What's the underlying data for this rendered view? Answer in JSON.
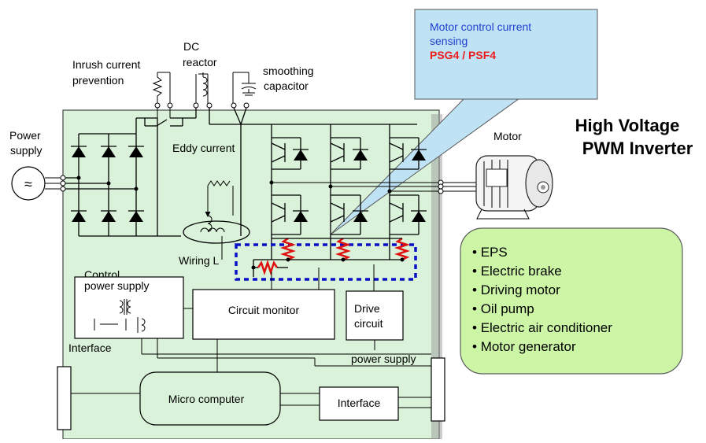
{
  "callout": {
    "title_line1": "Motor control current",
    "title_line2": "sensing",
    "product": "PSG4 / PSF4"
  },
  "heading": {
    "line1": "High Voltage",
    "line2": "PWM Inverter"
  },
  "labels": {
    "inrush_line1": "Inrush current",
    "inrush_line2": "prevention",
    "dc_reactor_line1": "DC",
    "dc_reactor_line2": "reactor",
    "smoothing_line1": "smoothing",
    "smoothing_line2": "capacitor",
    "power_supply_line1": "Power",
    "power_supply_line2": "supply",
    "eddy_current": "Eddy current",
    "wiring_l": "Wiring L",
    "motor": "Motor",
    "control_line1": "Control",
    "control_line2": "power supply",
    "circuit_monitor": "Circuit monitor",
    "drive_line1": "Drive",
    "drive_line2": "circuit",
    "interface_left": "Interface",
    "power_supply_lower": "power supply",
    "micro_computer": "Micro computer",
    "interface_bottom": "Interface"
  },
  "applications": [
    "EPS",
    "Electric brake",
    "Driving motor",
    "Oil pump",
    "Electric air conditioner",
    "Motor generator"
  ],
  "colors": {
    "panel_green": "#d9f2d9",
    "apps_green": "#ccf5a6",
    "callout_blue": "#bfe3f5",
    "callout_text": "#1f3fcf",
    "product_red": "#ee1c1c",
    "dashed_blue": "#0a10c8",
    "resistor_red": "#e01010"
  }
}
